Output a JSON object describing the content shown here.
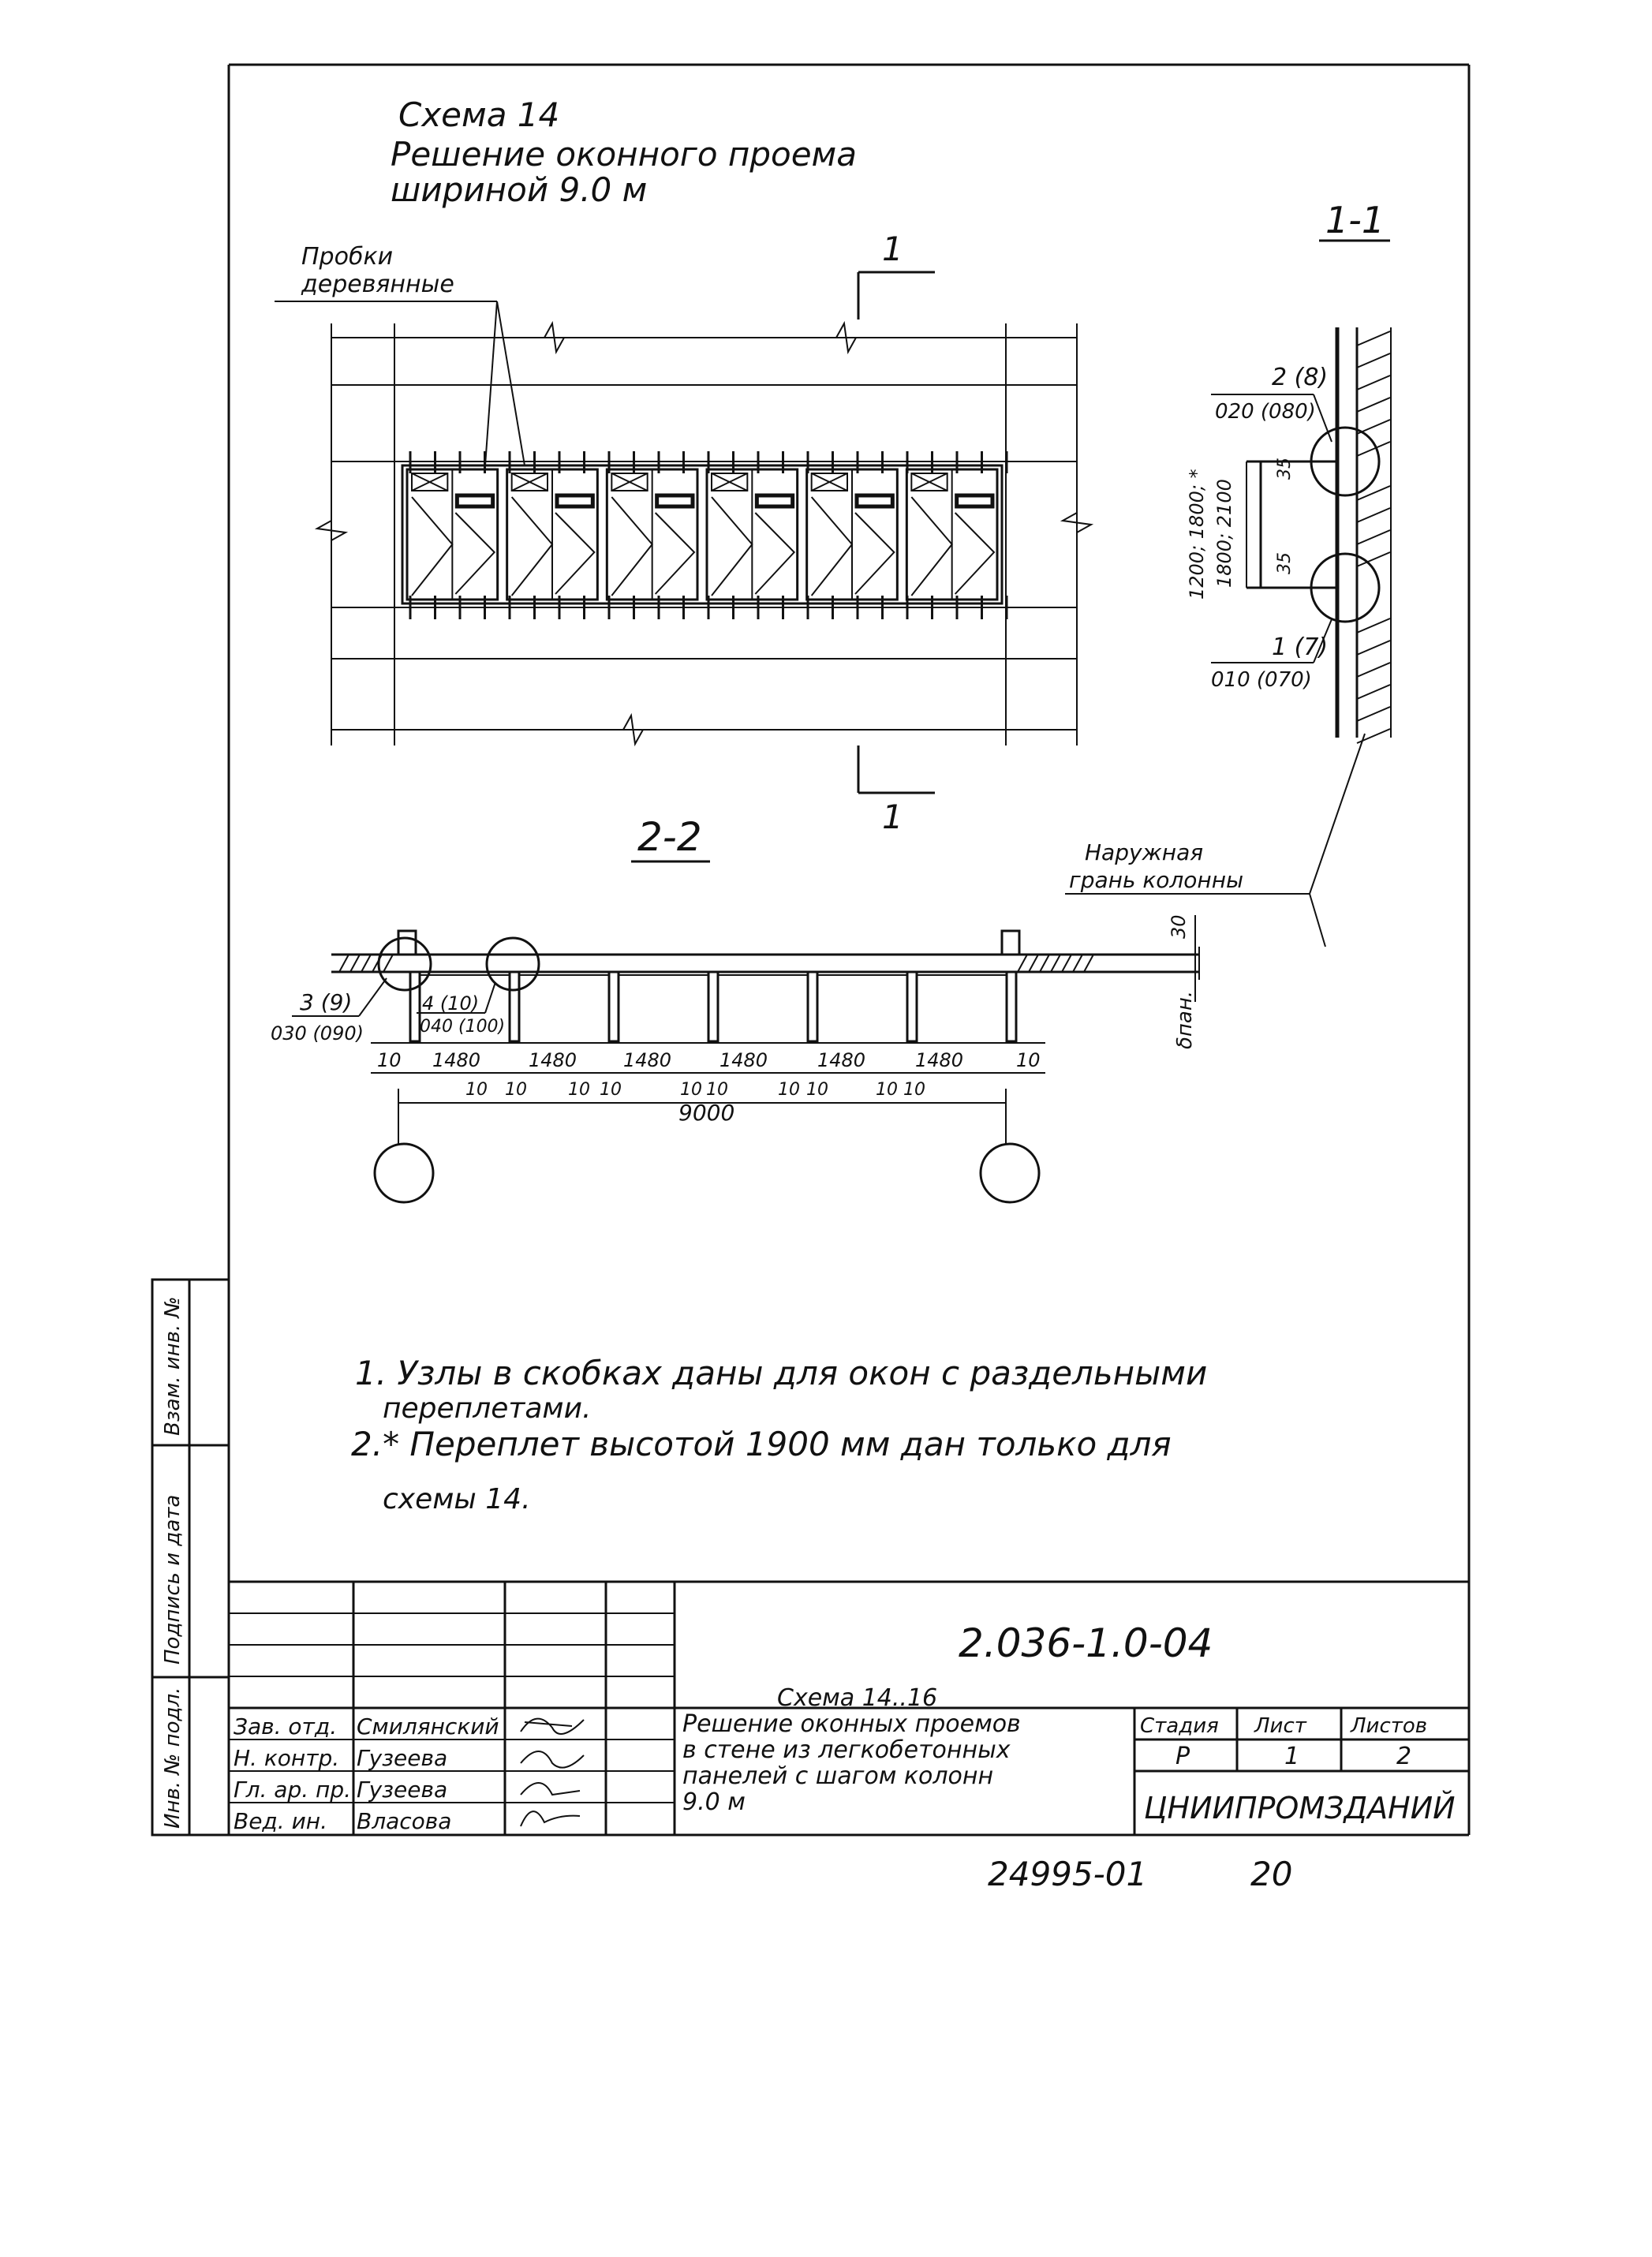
{
  "header": {
    "title_line1": "Схема 14",
    "title_line2": "Решение оконного проема",
    "title_line3": "шириной 9.0 м"
  },
  "elevation": {
    "callout_label_line1": "Пробки",
    "callout_label_line2": "деревянные",
    "section_mark": "1"
  },
  "section_1_1": {
    "title": "1-1",
    "node_top_label": "2 (8)",
    "node_top_ref": "020 (080)",
    "node_bottom_label": "1 (7)",
    "node_bottom_ref": "010 (070)",
    "dim_vertical_1": "1200; 1800; *",
    "dim_vertical_2": "1800; 2100",
    "dim_small_1": "35",
    "dim_small_2": "35",
    "callout_line1": "Наружная",
    "callout_line2": "грань колонны"
  },
  "section_2_2": {
    "title": "2-2",
    "node_left_label": "3 (9)",
    "node_left_ref": "030 (090)",
    "node_second_label": "4 (10)",
    "node_second_ref": "040 (100)",
    "dims_top": [
      "10",
      "1480",
      "1480",
      "1480",
      "1480",
      "1480",
      "1480",
      "10"
    ],
    "dims_gaps": [
      "10",
      "10",
      "10",
      "10",
      "10",
      "10",
      "10",
      "10",
      "10",
      "10"
    ],
    "dim_total": "9000",
    "dim_right": "30",
    "dim_right_v": "δпан."
  },
  "notes": {
    "note1_line1": "1. Узлы в скобках даны для окон с раздельными",
    "note1_line2": "переплетами.",
    "note2_line1": "2.* Переплет высотой 1900 мм дан только для",
    "note2_line2": "схемы 14."
  },
  "side_stamp": {
    "col1": "Взам. инв. №",
    "col2": "Подпись и дата",
    "col3": "Инв. № подл."
  },
  "title_block": {
    "doc_code": "2.036-1.0-04",
    "roles": [
      "Зав. отд.",
      "Н. контр.",
      "Гл. ар. пр.",
      "Вед. ин."
    ],
    "names": [
      "Смилянский",
      "Гузеева",
      "Гузеева",
      "Власова"
    ],
    "desc_line1": "Схема 14..16",
    "desc_line2": "Решение оконных проемов",
    "desc_line3": "в стене из легкобетонных",
    "desc_line4": "панелей с шагом колонн",
    "desc_line5": "9.0 м",
    "stage_header": "Стадия",
    "sheet_header": "Лист",
    "sheets_header": "Листов",
    "stage_value": "Р",
    "sheet_value": "1",
    "sheets_value": "2",
    "organization": "ЦНИИПРОМЗДАНИЙ"
  },
  "footer": {
    "archive_number": "24995-01",
    "page_number": "20"
  }
}
